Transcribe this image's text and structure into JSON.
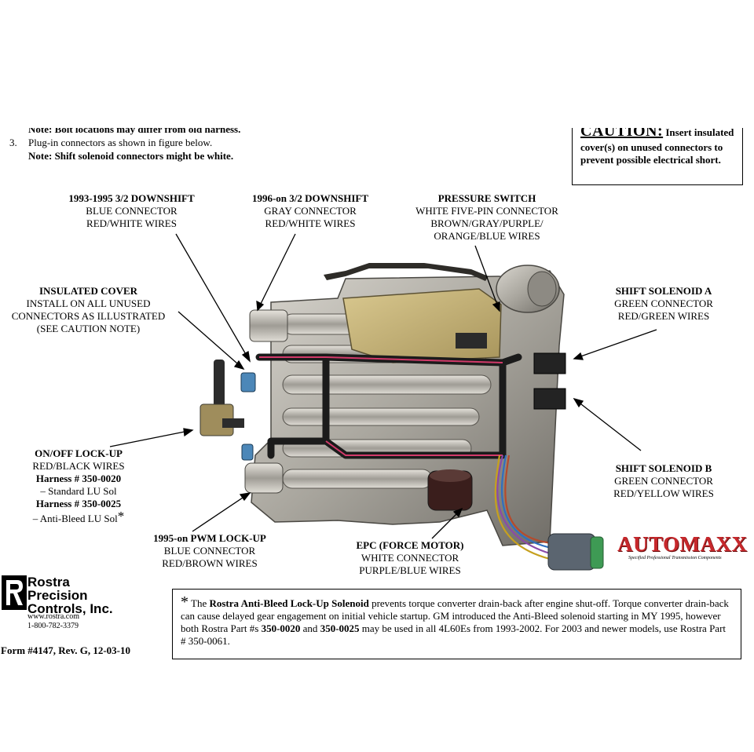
{
  "top_note": {
    "cut_line": "Note: Bolt locations may differ from old harness.",
    "step_number": "3.",
    "step_text": "Plug-in connectors as shown in figure below.",
    "sub_note": "Note: Shift solenoid connectors might be white."
  },
  "caution": {
    "heading": "CAUTION:",
    "line1_rest": "Insert insulated",
    "line2": "cover(s) on unused connectors to",
    "line3": "prevent possible electrical short."
  },
  "labels": {
    "downshift_9395": {
      "title": "1993-1995 3/2 DOWNSHIFT",
      "line1": "BLUE CONNECTOR",
      "line2": "RED/WHITE WIRES"
    },
    "downshift_96": {
      "title": "1996-on 3/2 DOWNSHIFT",
      "line1": "GRAY CONNECTOR",
      "line2": "RED/WHITE WIRES"
    },
    "pressure_switch": {
      "title": "PRESSURE SWITCH",
      "line1": "WHITE FIVE-PIN CONNECTOR",
      "line2": "BROWN/GRAY/PURPLE/",
      "line3": "ORANGE/BLUE  WIRES"
    },
    "insulated_cover": {
      "title": "INSULATED COVER",
      "line1": "INSTALL ON ALL UNUSED",
      "line2": "CONNECTORS AS ILLUSTRATED",
      "line3": "(SEE CAUTION NOTE)"
    },
    "shift_a": {
      "title": "SHIFT SOLENOID A",
      "line1": "GREEN CONNECTOR",
      "line2": "RED/GREEN WIRES"
    },
    "lockup": {
      "title": "ON/OFF LOCK-UP",
      "line1": "RED/BLACK WIRES",
      "line2": "Harness # 350-0020",
      "line3": "– Standard LU Sol",
      "line4": "Harness # 350-0025",
      "line5": "– Anti-Bleed LU Sol",
      "star": "*"
    },
    "shift_b": {
      "title": "SHIFT SOLENOID B",
      "line1": "GREEN CONNECTOR",
      "line2": "RED/YELLOW WIRES"
    },
    "pwm_lockup": {
      "title": "1995-on PWM LOCK-UP",
      "line1": "BLUE CONNECTOR",
      "line2": "RED/BROWN WIRES"
    },
    "epc": {
      "title": "EPC (FORCE MOTOR)",
      "line1": "WHITE CONNECTOR",
      "line2": "PURPLE/BLUE WIRES"
    }
  },
  "footnote": {
    "star": "*",
    "t1": " The ",
    "b1": "Rostra Anti-Bleed Lock-Up Solenoid",
    "t2": " prevents torque converter drain-back after engine shut-off.  Torque converter drain-back can cause delayed gear engagement on initial vehicle startup.  GM introduced the Anti-Bleed solenoid starting in MY 1995, however both Rostra Part #s ",
    "b2": "350-0020",
    "t3": " and ",
    "b3": "350-0025",
    "t4": " may be used in all 4L60Es from 1993-2002.  For 2003 and newer models, use Rostra Part # 350-0061."
  },
  "company": {
    "line1": "Rostra",
    "line2": "Precision",
    "line3": "Controls, Inc.",
    "website": "www.rostra.com",
    "phone": "1-800-782-3379"
  },
  "form_number": "Form #4147, Rev. G, 12-03-10",
  "automaxx": {
    "brand": "AUTOMAXX",
    "tagline": "Specified Professional Transmission Components",
    "color": "#c7282c"
  }
}
